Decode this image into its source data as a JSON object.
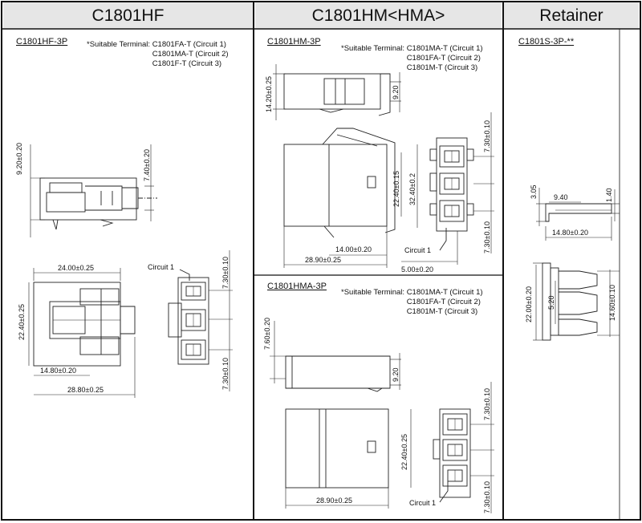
{
  "columns": {
    "hf": {
      "title": "C1801HF"
    },
    "hm": {
      "title": "C1801HM<HMA>"
    },
    "retainer": {
      "title": "Retainer"
    }
  },
  "hf": {
    "part_number": "C1801HF-3P",
    "terminal_label": "*Suitable Terminal: ",
    "terminals": [
      "C1801FA-T (Circuit 1)",
      "C1801MA-T (Circuit 2)",
      "C1801F-T    (Circuit 3)"
    ],
    "dims": {
      "side_height": "9.20±0.20",
      "side_inner": "7.40±0.20",
      "top_width": "24.00±0.25",
      "height": "22.40±0.25",
      "inner_len": "14.80±0.20",
      "overall_len": "28.80±0.25",
      "pitch_top": "7.30±0.10",
      "pitch_bottom": "7.30±0.10"
    },
    "circuit_label": "Circuit 1"
  },
  "hm": {
    "part_number": "C1801HM-3P",
    "terminal_label": "*Suitable Terminal: ",
    "terminals": [
      "C1801MA-T (Circuit 1)",
      "C1801FA-T (Circuit 2)",
      "C1801M-T   (Circuit 3)"
    ],
    "dims": {
      "side_height": "14.20±0.25",
      "side_small": "9.20",
      "height_inner": "22.40±0.15",
      "height_outer": "32.40±0.2",
      "inner_len": "14.00±0.20",
      "overall_len": "28.90±0.25",
      "pitch_top": "7.30±0.10",
      "pitch_bottom": "7.30±0.10",
      "offset": "5.00±0.20"
    },
    "circuit_label": "Circuit 1"
  },
  "hma": {
    "part_number": "C1801HMA-3P",
    "terminal_label": "*Suitable Terminal: ",
    "terminals": [
      "C1801MA-T (Circuit 1)",
      "C1801FA-T (Circuit 2)",
      "C1801M-T   (Circuit 3)"
    ],
    "dims": {
      "side_height": "7.60±0.20",
      "side_small": "9.20",
      "height": "22.40±0.25",
      "overall_len": "28.90±0.25",
      "pitch_top": "7.30±0.10",
      "pitch_bottom": "7.30±0.10"
    },
    "circuit_label": "Circuit 1"
  },
  "retainer": {
    "part_number": "C1801S-3P-**",
    "dims": {
      "thickness": "3.05",
      "length_short": "9.40",
      "height_small": "1.40",
      "length": "14.80±0.20",
      "height_total": "22.00±0.20",
      "gap": "5.20",
      "height_pin": "14.60±0.10"
    }
  }
}
